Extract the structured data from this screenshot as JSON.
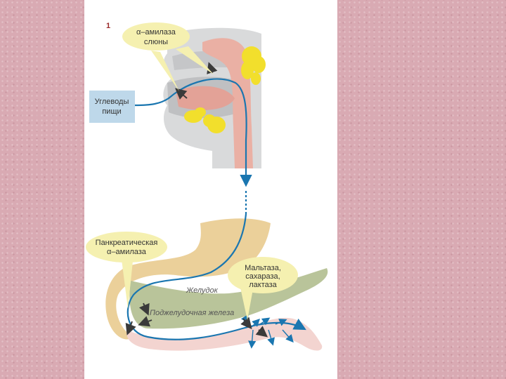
{
  "figure_number": "1",
  "labels": {
    "salivary_amylase": [
      "α–амилаза",
      "слюны"
    ],
    "food_carbs": [
      "Углеводы",
      "пищи"
    ],
    "pancreatic_amylase": [
      "Панкреатическая",
      "α–амилаза"
    ],
    "brush_border_enzymes": [
      "Мальтаза,",
      "сахараза,",
      "лактаза"
    ],
    "stomach": "Желудок",
    "pancreas": "Поджелудочная железа"
  },
  "colors": {
    "background": "#d9aab3",
    "slide": "#ffffff",
    "flow_arrow": "#1a76b0",
    "label_bubble": "#f5f0b0",
    "food_box": "#bed8ea",
    "head_gray": "#d9dadb",
    "pharynx_pink": "#eab0a4",
    "salivary_gland": "#f2df2c",
    "stomach": "#ebd09a",
    "pancreas": "#b9c49a",
    "intestine": "#f3d4d0",
    "enzyme_arrow": "#3a3a3a",
    "figure_number": "#9b2a2a"
  }
}
